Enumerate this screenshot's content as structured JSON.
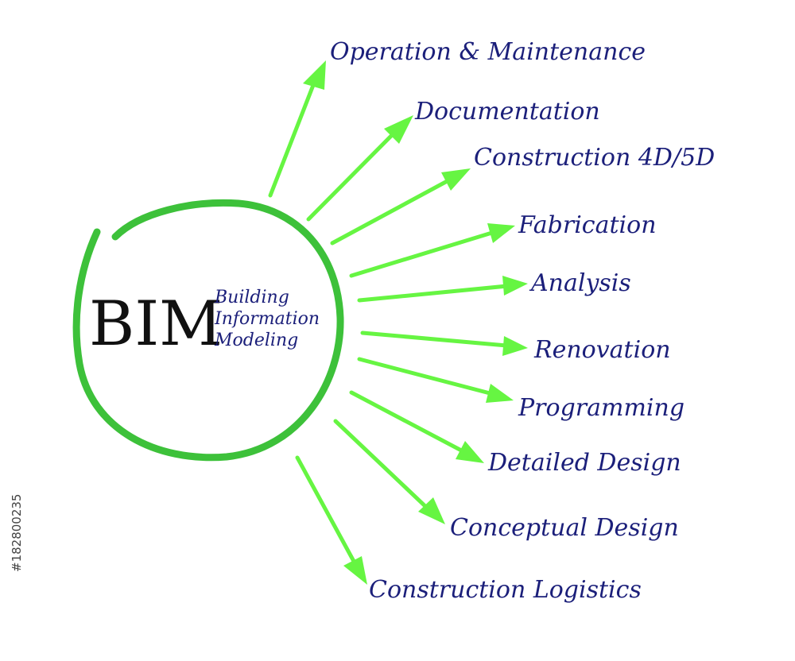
{
  "center": {
    "acronym": "BIM",
    "subtitle_lines": [
      "Building",
      "Information",
      "Modeling"
    ]
  },
  "branches": [
    "Operation & Maintenance",
    "Documentation",
    "Construction 4D/5D",
    "Fabrication",
    "Analysis",
    "Renovation",
    "Programming",
    "Detailed Design",
    "Conceptual Design",
    "Construction Logistics"
  ],
  "watermark_id": "#182800235",
  "colors": {
    "ring": "#3dc13a",
    "arrow": "#66f542",
    "label_text": "#1b1f7a",
    "acronym_text": "#111111"
  }
}
